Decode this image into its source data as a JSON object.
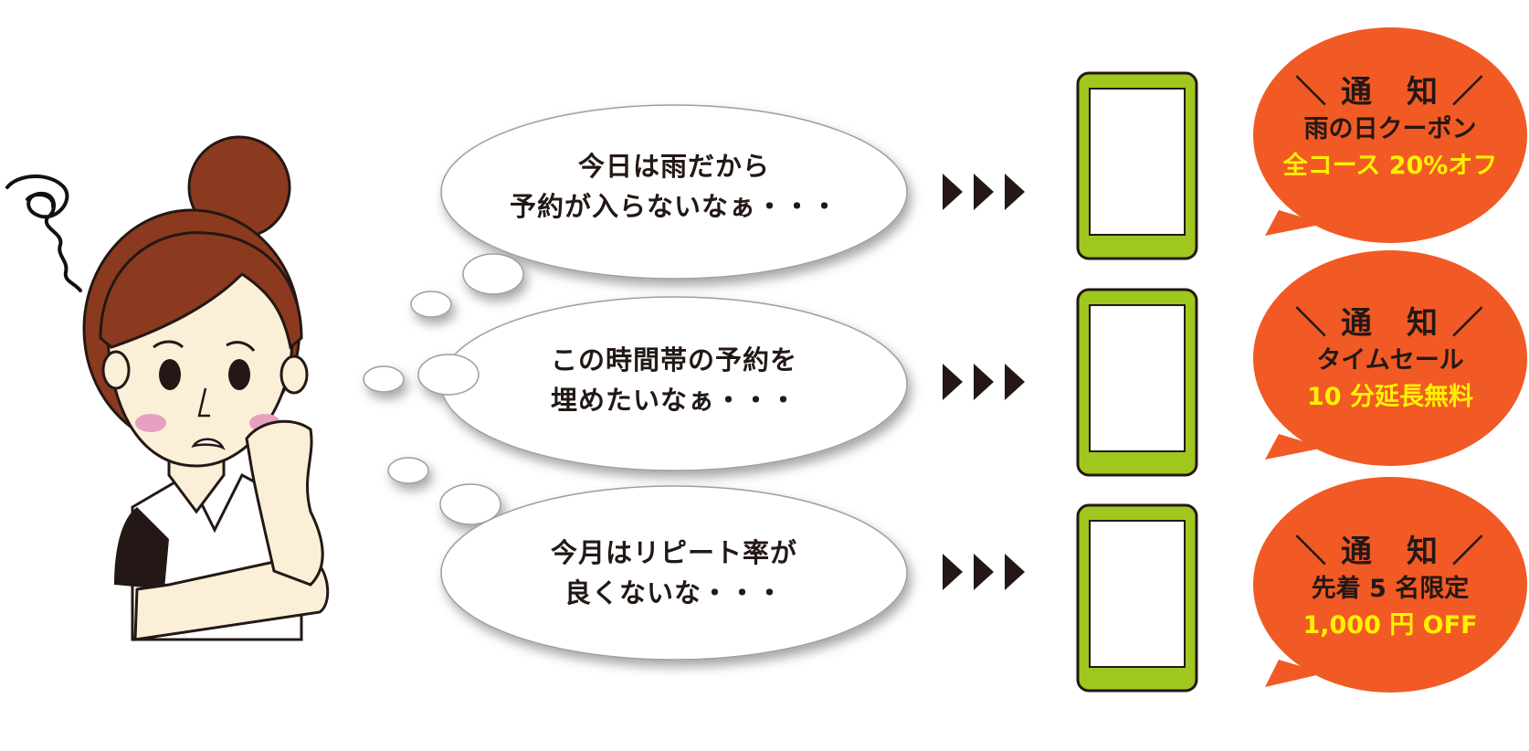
{
  "thoughts": [
    {
      "lines": [
        "今日は雨だから",
        "予約が入らないなぁ・・・"
      ]
    },
    {
      "lines": [
        "この時間帯の予約を",
        "埋めたいなぁ・・・"
      ]
    },
    {
      "lines": [
        "今月はリピート率が",
        "良くないな・・・"
      ]
    }
  ],
  "notifications": [
    {
      "heading": "＼ 通　知 ／",
      "line1": "雨の日クーポン",
      "line2": "全コース 20%オフ"
    },
    {
      "heading": "＼ 通　知 ／",
      "line1": "タイムセール",
      "line2": "10 分延長無料"
    },
    {
      "heading": "＼ 通　知 ／",
      "line1": "先着 5 名限定",
      "line2": "1,000 円 OFF"
    }
  ],
  "icons": {
    "arrow": "triple-triangle-arrow-icon",
    "phone": "smartphone-icon",
    "confusion": "confusion-scribble-icon"
  },
  "colors": {
    "phone_frame": "#a0c71e",
    "bubble_fill": "#f15a24",
    "highlight_text": "#fff100",
    "hair": "#8b3a1f",
    "skin": "#fcefd8",
    "outline": "#231815"
  }
}
